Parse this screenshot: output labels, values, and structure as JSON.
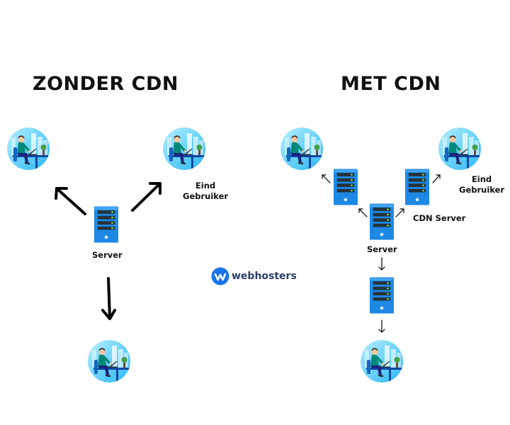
{
  "headings": {
    "without_cdn": "ZONDER CDN",
    "with_cdn": "MET CDN"
  },
  "labels": {
    "server_left": "Server",
    "end_user_left": [
      "Eind",
      "Gebruiker"
    ],
    "server_right": "Server",
    "end_user_right": [
      "Eind",
      "Gebruiker"
    ],
    "cdn_server": "CDN Server"
  },
  "logo": {
    "text": "webhosters",
    "color": "#2c3e66",
    "icon_color": "#1a73e8"
  },
  "colors": {
    "server_body": "#1e88e5",
    "server_slot": "#263238",
    "server_led": "#7ed957",
    "avatar_bg": "#4fc3f7"
  }
}
